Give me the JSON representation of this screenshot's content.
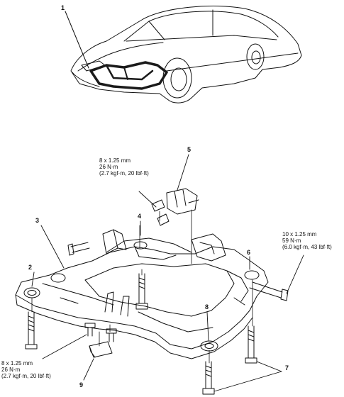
{
  "callouts": {
    "c1": "1",
    "c2": "2",
    "c3": "3",
    "c4": "4",
    "c5": "5",
    "c6": "6",
    "c7": "7",
    "c8": "8",
    "c9": "9"
  },
  "specs": {
    "top": {
      "size": "8 x 1.25 mm",
      "torque": "26 N·m",
      "imperial": "(2.7 kgf·m, 20 lbf·ft)"
    },
    "right": {
      "size": "10 x 1.25 mm",
      "torque": "59 N·m",
      "imperial": "(6.0 kgf·m, 43 lbf·ft)"
    },
    "bottom_left": {
      "size": "8 x 1.25 mm",
      "torque": "26 N·m",
      "imperial": "(2.7 kgf·m, 20 lbf·ft)"
    }
  },
  "colors": {
    "ink": "#111111",
    "paper": "#ffffff",
    "harness": "#1a1a1a"
  }
}
